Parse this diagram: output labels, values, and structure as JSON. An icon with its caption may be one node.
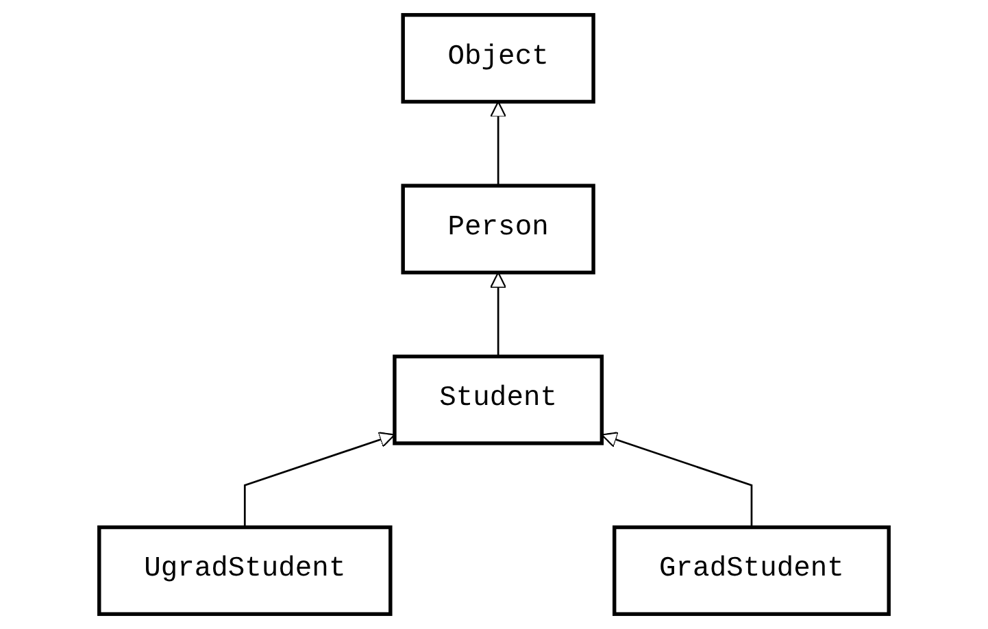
{
  "diagram": {
    "nodes": [
      {
        "text": [
          "Object"
        ]
      },
      {
        "text": [
          "Person"
        ]
      },
      {
        "text": [
          "Student"
        ]
      },
      {
        "text": [
          "UgradStudent"
        ]
      },
      {
        "text": [
          "GradStudent"
        ]
      }
    ],
    "edges": [
      {
        "from": 1,
        "to": 0,
        "arrow": "to"
      },
      {
        "from": 2,
        "to": 1,
        "arrow": "to"
      },
      {
        "from": 3,
        "to": 2,
        "arrow": "to"
      },
      {
        "from": 4,
        "to": 2,
        "arrow": "to"
      }
    ]
  }
}
